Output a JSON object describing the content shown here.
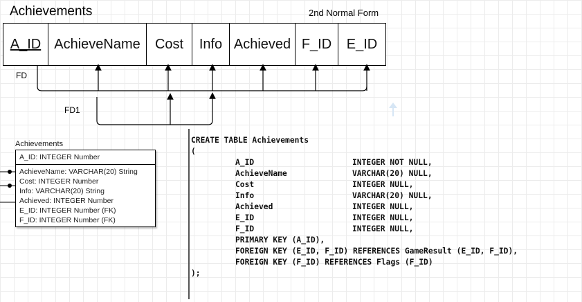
{
  "diagram": {
    "title": "Achievements",
    "normal_form": "2nd Normal Form",
    "columns": [
      {
        "label": "A_ID",
        "pk": true
      },
      {
        "label": "AchieveName",
        "pk": false
      },
      {
        "label": "Cost",
        "pk": false
      },
      {
        "label": "Info",
        "pk": false
      },
      {
        "label": "Achieved",
        "pk": false
      },
      {
        "label": "F_ID",
        "pk": false
      },
      {
        "label": "E_ID",
        "pk": false
      }
    ],
    "fd_label": "FD",
    "fd1_label": "FD1"
  },
  "er": {
    "title": "Achievements",
    "pk": "A_ID: INTEGER Number",
    "attributes": [
      "AchieveName: VARCHAR(20) String",
      "Cost: INTEGER Number",
      "Info: VARCHAR(20) String",
      "Achieved: INTEGER Number",
      "E_ID: INTEGER Number (FK)",
      "F_ID: INTEGER Number (FK)"
    ]
  },
  "sql": {
    "create": "CREATE TABLE Achievements",
    "open": "(",
    "columns": [
      {
        "name": "A_ID",
        "type": "INTEGER NOT NULL,"
      },
      {
        "name": "AchieveName",
        "type": "VARCHAR(20) NULL,"
      },
      {
        "name": "Cost",
        "type": "INTEGER NULL,"
      },
      {
        "name": "Info",
        "type": "VARCHAR(20) NULL,"
      },
      {
        "name": "Achieved",
        "type": "INTEGER NULL,"
      },
      {
        "name": "E_ID",
        "type": "INTEGER NULL,"
      },
      {
        "name": "F_ID",
        "type": "INTEGER NULL,"
      }
    ],
    "constraints": [
      "PRIMARY KEY (A_ID),",
      "FOREIGN KEY (E_ID, F_ID) REFERENCES GameResult (E_ID, F_ID),",
      "FOREIGN KEY (F_ID) REFERENCES Flags (F_ID)"
    ],
    "close": ");"
  },
  "colors": {
    "line": "#000000",
    "arrow_faint": "#d6e6f5"
  },
  "icons": {
    "faint_arrow": "up-arrow-icon"
  }
}
